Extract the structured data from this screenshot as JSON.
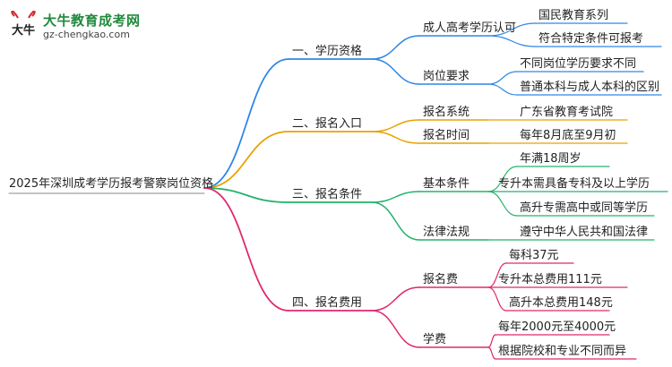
{
  "logo": {
    "name": "大牛教育成考网",
    "url": "gz-chengkao.com",
    "emblem_text": "大牛"
  },
  "root": "2025年深圳成考学历报考警察岗位资格",
  "colors": {
    "branch1": "#2f86e6",
    "branch2": "#e8a200",
    "branch3": "#22b36a",
    "branch4": "#e0286e",
    "logo_green": "#1f8a3c",
    "logo_red": "#d12b2b"
  },
  "branches": [
    {
      "label": "一、学历资格",
      "color": "#2f86e6",
      "children": [
        {
          "label": "成人高考学历认可",
          "children": [
            "国民教育系列",
            "符合特定条件可报考"
          ]
        },
        {
          "label": "岗位要求",
          "children": [
            "不同岗位学历要求不同",
            "普通本科与成人本科的区别"
          ]
        }
      ]
    },
    {
      "label": "二、报名入口",
      "color": "#e8a200",
      "children": [
        {
          "label": "报名系统",
          "children": [
            "广东省教育考试院"
          ]
        },
        {
          "label": "报名时间",
          "children": [
            "每年8月底至9月初"
          ]
        }
      ]
    },
    {
      "label": "三、报名条件",
      "color": "#22b36a",
      "children": [
        {
          "label": "基本条件",
          "children": [
            "年满18周岁",
            "专升本需具备专科及以上学历",
            "高升专需高中或同等学历"
          ]
        },
        {
          "label": "法律法规",
          "children": [
            "遵守中华人民共和国法律"
          ]
        }
      ]
    },
    {
      "label": "四、报名费用",
      "color": "#e0286e",
      "children": [
        {
          "label": "报名费",
          "children": [
            "每科37元",
            "专升本总费用111元",
            "高升本总费用148元"
          ]
        },
        {
          "label": "学费",
          "children": [
            "每年2000元至4000元",
            "根据院校和专业不同而异"
          ]
        }
      ]
    }
  ]
}
